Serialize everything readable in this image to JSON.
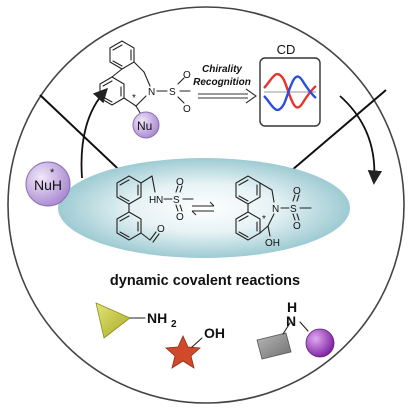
{
  "title": "dynamic covalent reactions",
  "chirality_line1": "Chirality",
  "chirality_line2": "Recognition",
  "cd_label": "CD",
  "nucleophile_label": "NuH",
  "nucleophile_star": "*",
  "nu_label": "Nu",
  "chiral_star": "*",
  "atoms": {
    "N": "N",
    "S": "S",
    "O": "O",
    "H": "H",
    "OH": "OH",
    "NH": "N",
    "NH2_main": "NH",
    "NH2_sub": "2"
  },
  "colors": {
    "circle_stroke": "#444444",
    "ellipse_fill": "#cfe6ea",
    "nu_ball": "#b79cd8",
    "cd_red": "#e8332c",
    "cd_blue": "#2b4fd9",
    "triangle": "#c8cc38",
    "star": "#cf4a2a",
    "rectangle": "#9a9a9a",
    "ball": "#9a35b8"
  }
}
